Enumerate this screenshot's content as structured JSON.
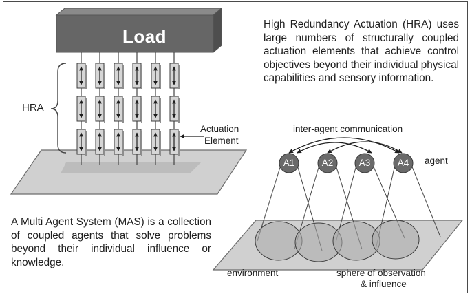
{
  "load_label": "Load",
  "hra_label": "HRA",
  "actuation_label_line1": "Actuation",
  "actuation_label_line2": "Element",
  "hra_description": "High Redundancy Actuation (HRA) uses large numbers of structurally coupled actuation elements that achieve control objectives beyond their individual physical capabilities and sensory information.",
  "mas_description": "A Multi Agent System (MAS) is a collection of coupled agents that solve problems beyond their individual influence or knowledge.",
  "inter_agent_label": "inter-agent communication",
  "agent_label": "agent",
  "agents": [
    "A1",
    "A2",
    "A3",
    "A4"
  ],
  "environment_label": "environment",
  "sphere_label_line1": "sphere of observation",
  "sphere_label_line2": "& influence",
  "colors": {
    "load_box": "#666666",
    "agent_circle": "#6a6a6a",
    "platform": "#d0d0d0",
    "ellipse": "#a9a9a9"
  }
}
